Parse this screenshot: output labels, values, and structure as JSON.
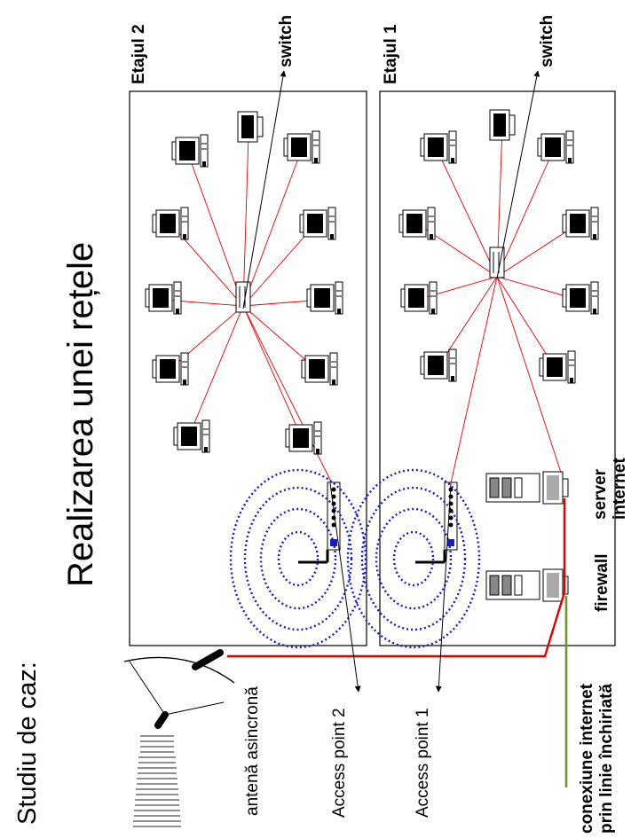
{
  "title": "Realizarea unei rețele",
  "subtitle": "Studiu de caz:",
  "floors": {
    "floor2": "Etajul 2",
    "floor1": "Etajul 1"
  },
  "labels": {
    "switch_top": "switch",
    "switch_bottom": "switch",
    "access_point_2": "Access point 2",
    "access_point_1": "Access point 1",
    "antenna": "antenă asincronă",
    "connection_line1": "conexiune internet",
    "connection_line2": "prin linie închiriată",
    "firewall": "firewall",
    "server_line1": "server",
    "server_line2": "internet"
  },
  "colors": {
    "link": "#e00000",
    "wireless": "#1a1acc",
    "leased_line": "#6b9a1e",
    "border": "#000000"
  }
}
